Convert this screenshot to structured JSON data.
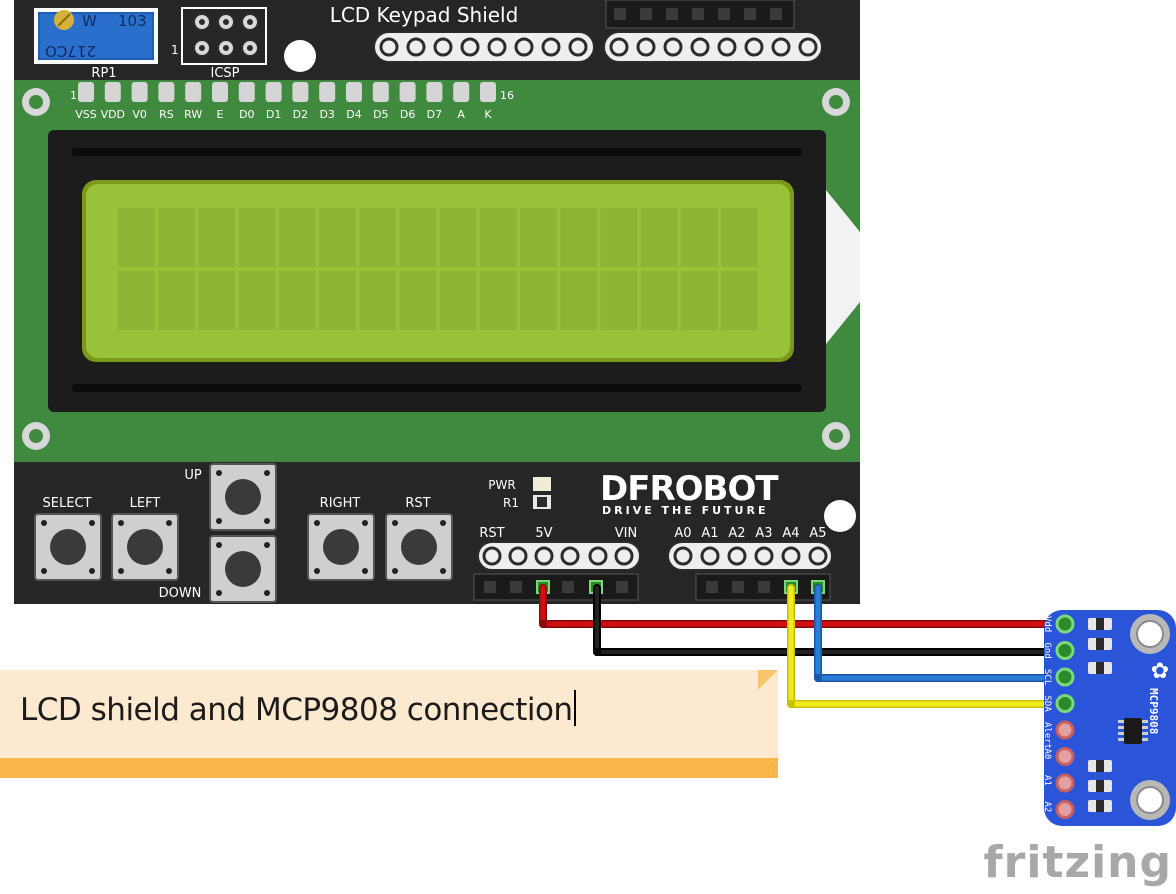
{
  "shield": {
    "title": "LCD Keypad Shield",
    "rp1_label": "RP1",
    "pot_w": "W",
    "pot_103": "103",
    "pot_code": "217CO",
    "icsp_label": "ICSP",
    "icsp_pin1": "1",
    "lcd_pin_first": "1",
    "lcd_pin_last": "16",
    "lcd_pins": [
      "VSS",
      "VDD",
      "V0",
      "RS",
      "RW",
      "E",
      "D0",
      "D1",
      "D2",
      "D3",
      "D4",
      "D5",
      "D6",
      "D7",
      "A",
      "K"
    ],
    "buttons": {
      "select": "SELECT",
      "left": "LEFT",
      "up": "UP",
      "down": "DOWN",
      "right": "RIGHT",
      "rst": "RST"
    },
    "pwr_label": "PWR",
    "r1_label": "R1",
    "brand": "DFROBOT",
    "tagline": "DRIVE THE FUTURE",
    "power_header_labels": {
      "rst": "RST",
      "v5": "5V",
      "vin": "VIN"
    },
    "analog_labels": [
      "A0",
      "A1",
      "A2",
      "A3",
      "A4",
      "A5"
    ]
  },
  "sensor": {
    "name": "MCP9808",
    "pins": [
      "Vdd",
      "Gnd",
      "SCL",
      "SDA",
      "Alert",
      "A0",
      "A1",
      "A2"
    ]
  },
  "note": {
    "text": "LCD shield and MCP9808 connection"
  },
  "footer": {
    "watermark": "fritzing"
  },
  "colors": {
    "board": "#262626",
    "lcd_pcb": "#3f8a3f",
    "lcd_screen": "#98c23a",
    "wire_red": "#d01010",
    "wire_black": "#141414",
    "wire_blue": "#2a7bd6",
    "wire_yellow": "#f2ea1a",
    "sensor_board": "#2a55d8",
    "note_bg": "#fde9cf",
    "note_bar": "#f9b64d"
  }
}
